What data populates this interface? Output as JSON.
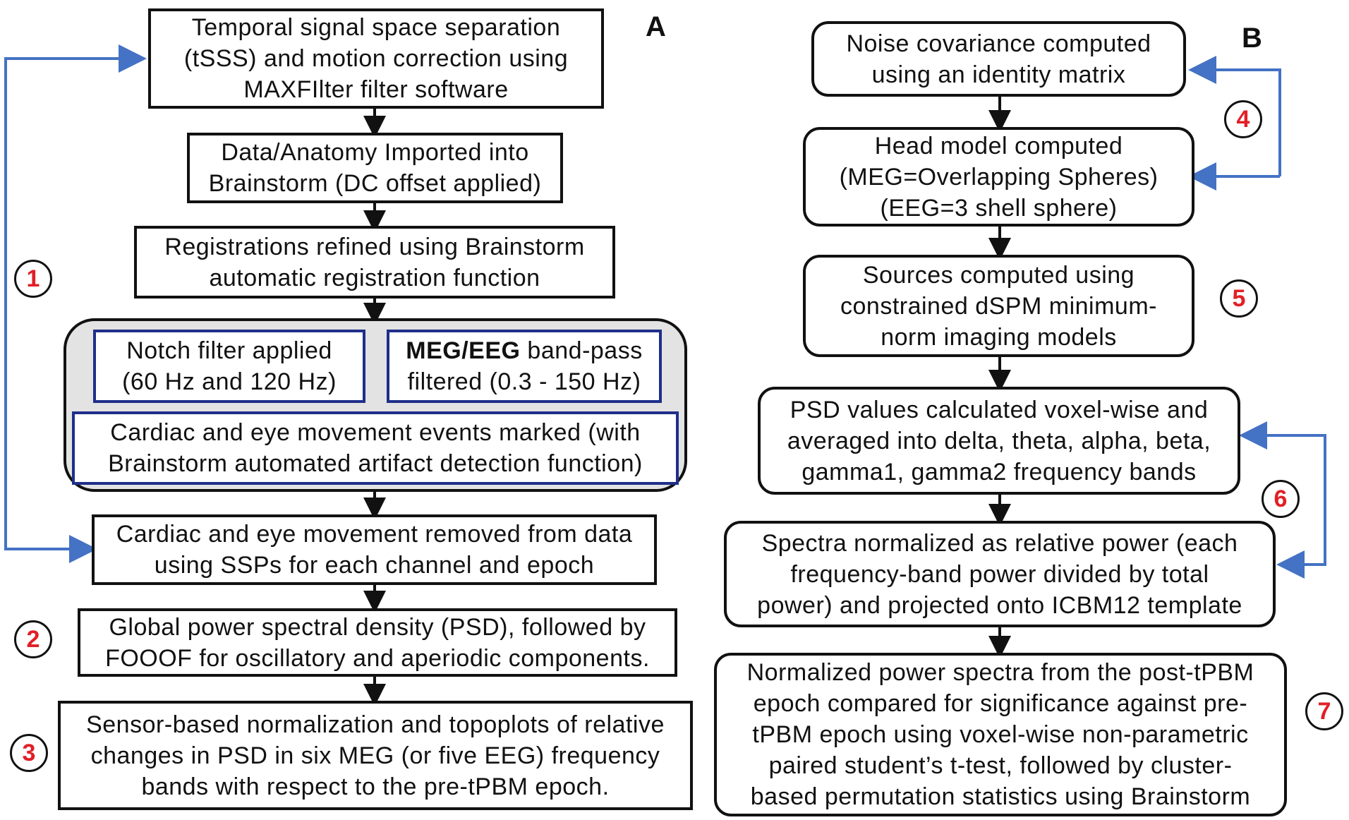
{
  "panel_a": {
    "label": "A",
    "steps": [
      "Temporal signal space separation\n(tSSS) and motion correction using\nMAXFIlter filter software",
      "Data/Anatomy Imported into\nBrainstorm (DC offset applied)",
      "Registrations refined using Brainstorm\nautomatic registration function",
      "Cardiac and eye movement removed from data\nusing SSPs for each channel and epoch",
      "Global power spectral density (PSD), followed by\nFOOOF for oscillatory and aperiodic components.",
      "Sensor-based normalization and topoplots of relative\nchanges in PSD in six MEG (or five EEG) frequency\nbands with respect to the pre-tPBM epoch."
    ],
    "group": {
      "notch": "Notch filter applied\n(60 Hz and 120 Hz)",
      "bandpass_bold": "MEG/EEG",
      "bandpass_rest": " band-pass\nfiltered (0.3 - 150 Hz)",
      "cardiac": "Cardiac and eye movement events marked (with\nBrainstorm automated artifact detection function)"
    }
  },
  "panel_b": {
    "label": "B",
    "steps": [
      "Noise covariance computed\nusing an identity matrix",
      "Head model computed\n(MEG=Overlapping Spheres)\n(EEG=3 shell sphere)",
      "Sources computed using\nconstrained dSPM minimum-\nnorm imaging models",
      "PSD values calculated voxel-wise and\naveraged into delta, theta, alpha, beta,\ngamma1, gamma2 frequency bands",
      "Spectra normalized as relative power (each\nfrequency-band power divided by total\npower) and projected onto ICBM12 template",
      "Normalized power spectra from the post-tPBM\nepoch compared for significance against pre-\ntPBM epoch using voxel-wise non-parametric\npaired student’s t-test, followed by cluster-\nbased permutation statistics using Brainstorm"
    ]
  },
  "markers": [
    "1",
    "2",
    "3",
    "4",
    "5",
    "6",
    "7"
  ],
  "colors": {
    "arrow": "#111111",
    "feedback_arrow": "#4472c4",
    "marker_text": "#e21f26",
    "group_border": "#1f2f8a",
    "group_fill": "#e3e3e3"
  }
}
